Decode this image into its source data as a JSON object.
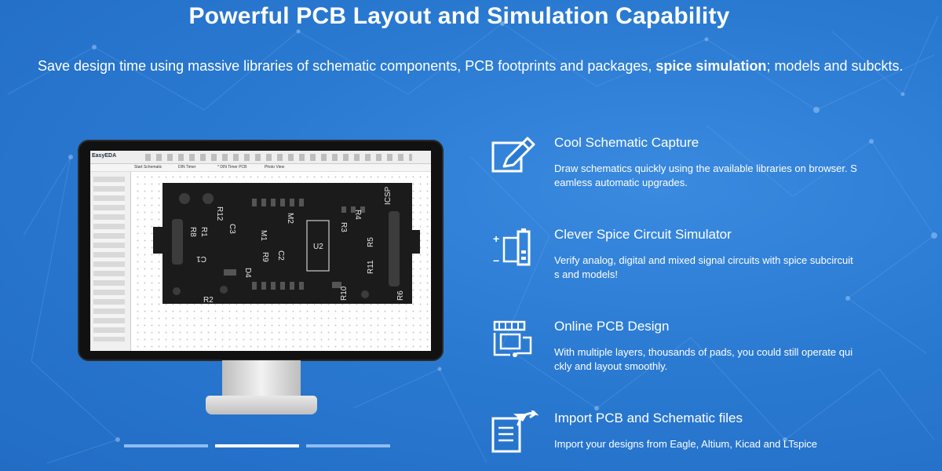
{
  "colors": {
    "background": "#2a7ad2",
    "text": "#ffffff",
    "pcb": "#1b1b1b"
  },
  "heading": {
    "title": "Powerful PCB Layout and Simulation Capability",
    "subtitle_prefix": "Save design time using massive libraries of schematic components, PCB footprints and packages, ",
    "subtitle_bold": "spice simulation",
    "subtitle_suffix": "; models and subckts."
  },
  "monitor": {
    "app_logo": "EasyEDA",
    "tabs": [
      "Start Schematic",
      "DIN Timer",
      "* DIN Timer PCB",
      "Photo View"
    ],
    "pcb_labels": [
      "ICSP",
      "R12",
      "C3",
      "R1",
      "R8",
      "M1",
      "M2",
      "C1",
      "U2",
      "R3",
      "R4",
      "R5",
      "R11",
      "R9",
      "C2",
      "D4",
      "C1",
      "R2",
      "R10",
      "R6"
    ]
  },
  "carousel": {
    "active_index": 1,
    "count": 3
  },
  "features": [
    {
      "icon": "pencil-edit-icon",
      "title": "Cool Schematic Capture",
      "description": "Draw schematics quickly using the available libraries on browser. S eamless automatic upgrades."
    },
    {
      "icon": "battery-circuit-icon",
      "title": "Clever Spice Circuit Simulator",
      "description": "Verify analog, digital and mixed signal circuits with spice subcircuit s and models!"
    },
    {
      "icon": "pcb-layout-icon",
      "title": "Online PCB Design",
      "description": "With multiple layers, thousands of pads, you could still operate qui ckly and layout smoothly."
    },
    {
      "icon": "import-document-icon",
      "title": "Import PCB and Schematic files",
      "description": "Import your designs from Eagle, Altium, Kicad and LTspice"
    }
  ]
}
